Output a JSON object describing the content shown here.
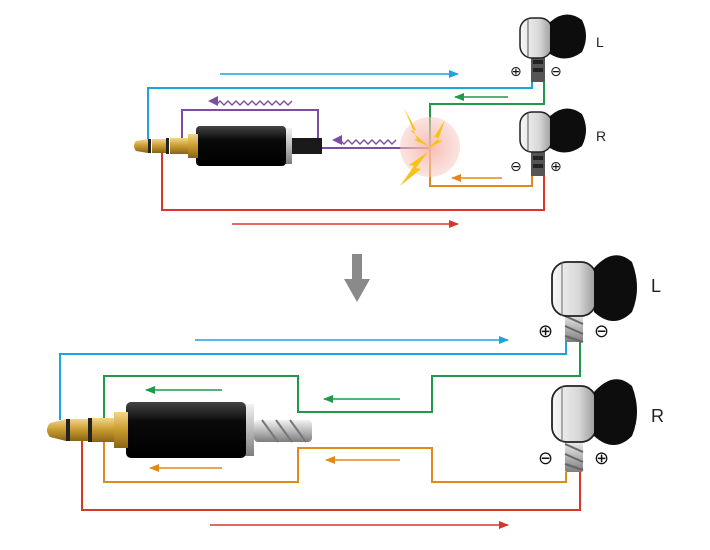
{
  "top": {
    "earbud_left_label": "L",
    "earbud_right_label": "R",
    "left_plus": "⊕",
    "left_minus": "⊖",
    "right_minus": "⊖",
    "right_plus": "⊕"
  },
  "bottom": {
    "earbud_left_label": "L",
    "earbud_right_label": "R",
    "left_plus": "⊕",
    "left_minus": "⊖",
    "right_minus": "⊖",
    "right_plus": "⊕"
  },
  "colors": {
    "left_signal": "#1fa3dc",
    "right_signal": "#d9362b",
    "left_return": "#1f9a4a",
    "right_return": "#e08a1c",
    "shorted_return": "#7b4ea3",
    "spark": "#f7c21a",
    "transition_arrow": "#8a8a8a"
  },
  "icons": {
    "plug": "audio-plug-icon",
    "earbud": "earbud-icon",
    "spark": "spark-icon",
    "transition": "down-arrow-icon"
  }
}
